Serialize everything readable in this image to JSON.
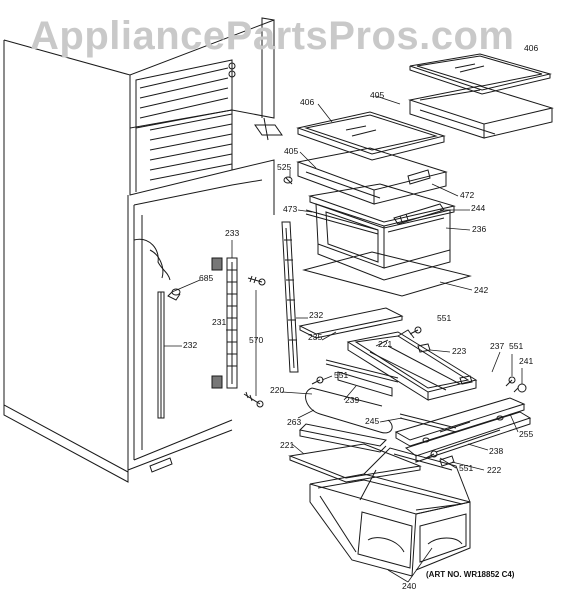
{
  "watermark": "AppliancePartsPros.com",
  "art_number": "(ART NO. WR18852 C4)",
  "part_labels": {
    "p406a": "406",
    "p406b": "406",
    "p405a": "405",
    "p405b": "405",
    "p525": "525",
    "p472": "472",
    "p473": "473",
    "p244": "244",
    "p236": "236",
    "p233": "233",
    "p685": "685",
    "p242": "242",
    "p231": "231",
    "p570": "570",
    "p232a": "232",
    "p232b": "232",
    "p551a": "551",
    "p235": "235",
    "p221a": "221",
    "p223": "223",
    "p237": "237",
    "p551b": "551",
    "p241": "241",
    "p551c": "551",
    "p220": "220",
    "p239": "239",
    "p263": "263",
    "p245": "245",
    "p255": "255",
    "p221b": "221",
    "p238": "238",
    "p551d": "551",
    "p222": "222",
    "p240": "240"
  }
}
